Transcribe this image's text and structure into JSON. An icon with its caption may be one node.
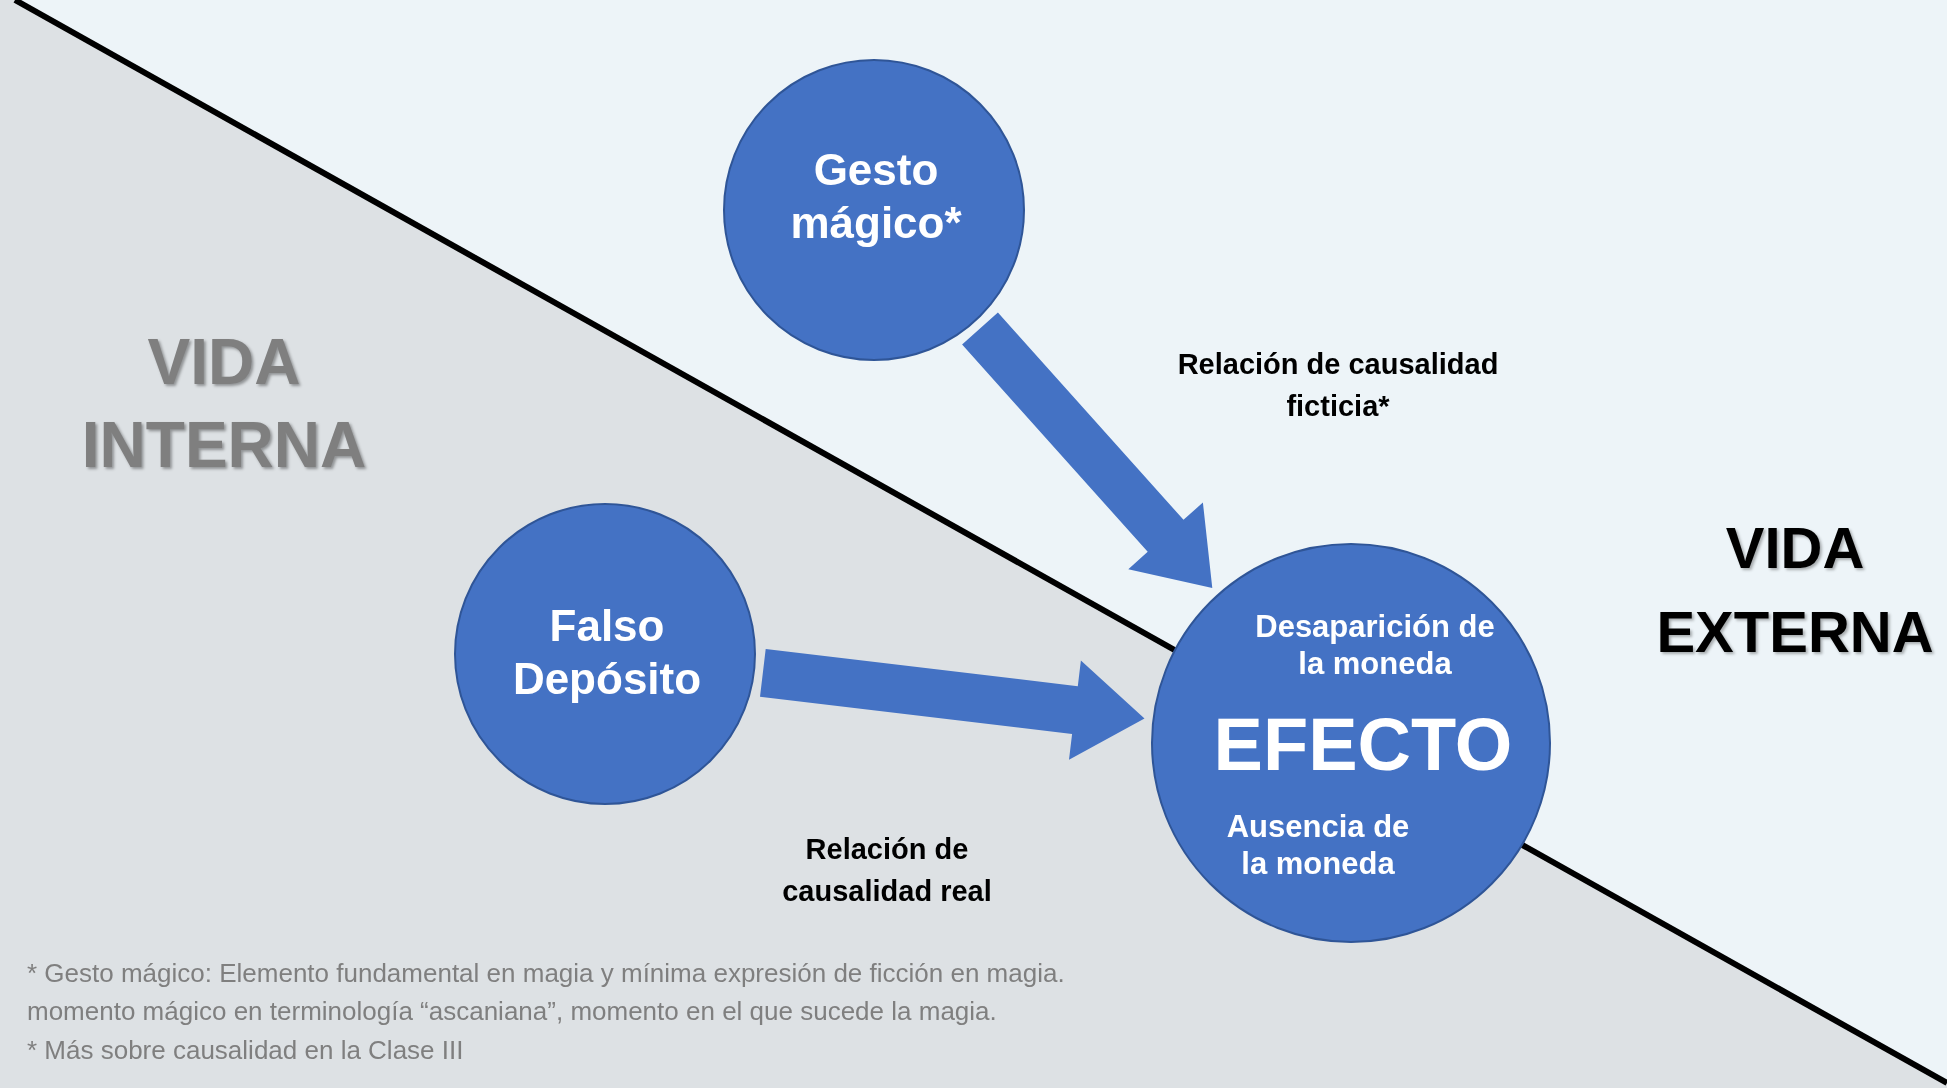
{
  "diagram": {
    "nodes": [
      {
        "text": [
          "Gesto mágico*"
        ]
      },
      {
        "text": [
          "Falso Depósito"
        ]
      },
      {
        "text": [
          "Desaparición de la moneda",
          "EFECTO",
          "Ausencia de la moneda"
        ]
      }
    ],
    "edges": [
      {
        "from": 0,
        "to": 2,
        "arrow": "to",
        "style": "thick",
        "label": "Relación de causalidad ficticia*"
      },
      {
        "from": 1,
        "to": 2,
        "arrow": "to",
        "style": "thick",
        "label": "Relación de causalidad real"
      }
    ],
    "labels": [
      "VIDA INTERNA",
      "VIDA EXTERNA",
      "* Gesto mágico: Elemento fundamental en magia y mínima expresión de ficción en magia.",
      "momento mágico en terminología “ascaniana”, momento en el que sucede la magia.",
      "* Más sobre causalidad en la Clase III"
    ]
  }
}
